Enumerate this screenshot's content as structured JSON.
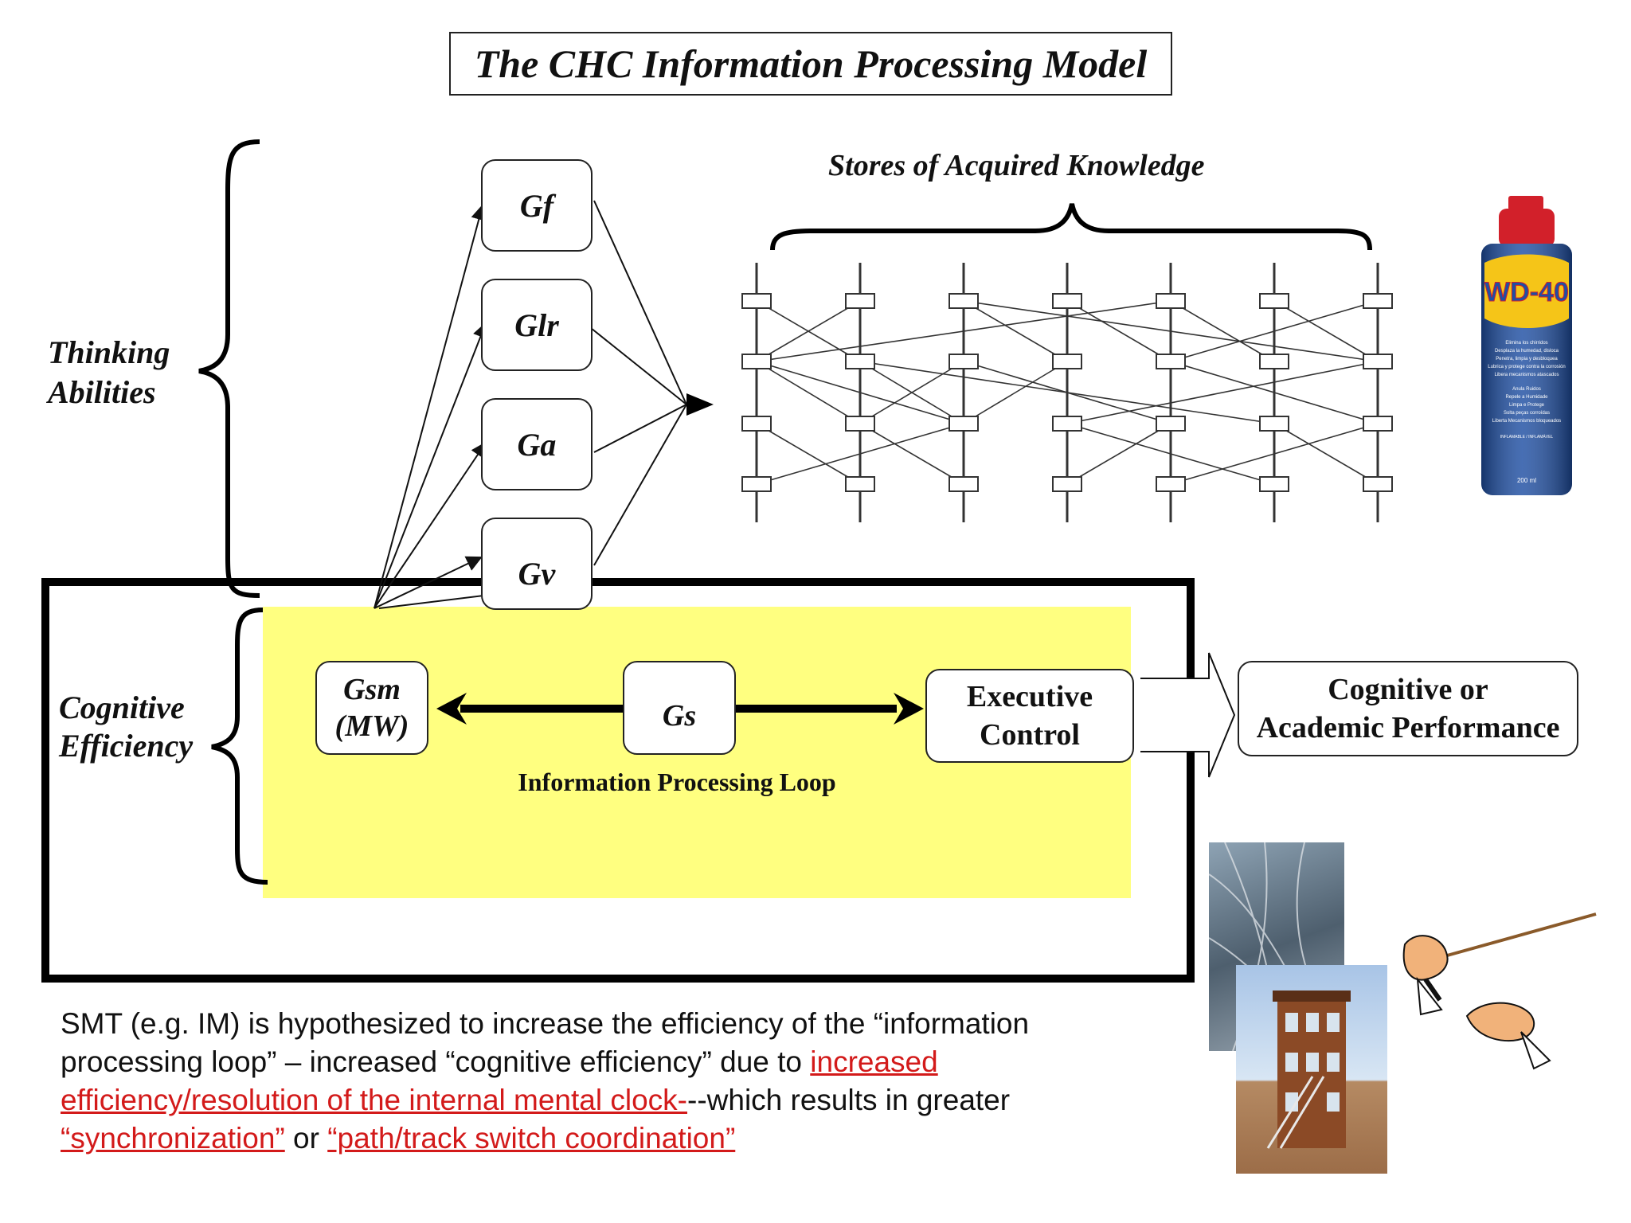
{
  "title": "The CHC Information Processing Model",
  "left_labels": {
    "thinking_line1": "Thinking",
    "thinking_line2": "Abilities",
    "cognitive_line1": "Cognitive",
    "cognitive_line2": "Efficiency"
  },
  "stores_label": "Stores of Acquired Knowledge",
  "abilities": [
    "Gf",
    "Glr",
    "Ga",
    "Gv"
  ],
  "loop": {
    "gsm_line1": "Gsm",
    "gsm_line2": "(MW)",
    "gs": "Gs",
    "exec_line1": "Executive",
    "exec_line2": "Control",
    "loop_label": "Information Processing Loop"
  },
  "output": {
    "line1": "Cognitive or",
    "line2": "Academic Performance"
  },
  "note": {
    "part1": "SMT (e.g. IM) is hypothesized to increase the efficiency of the “information processing loop” – increased “cognitive efficiency” due to ",
    "red1": "increased efficiency/resolution of the internal mental clock-",
    "part2": "--which results in greater ",
    "red2": "“synchronization”",
    "part3": " or ",
    "red3": "“path/track switch coordination”"
  },
  "can": {
    "brand": "WD-40",
    "lines": [
      "Elimina los chirridos",
      "Desplaza la humedad, disloca",
      "Penetra, limpia y desbloquea",
      "Lubrica y protege contra la corrosión",
      "Libera mecanismos atascados",
      "Anula Ruidos",
      "Repele a Humidade",
      "Limpa e Protege",
      "Solta peças corroídas",
      "Liberta Mecanismos bloqueados",
      "INFLAMABLE / INFLAMÁVEL",
      "200 ml"
    ]
  },
  "colors": {
    "loop_fill": "#ffff80",
    "note_red": "#d31a1a",
    "can_blue": "#1f4fa3",
    "can_yellow": "#f5c518",
    "can_red": "#d2202a"
  }
}
